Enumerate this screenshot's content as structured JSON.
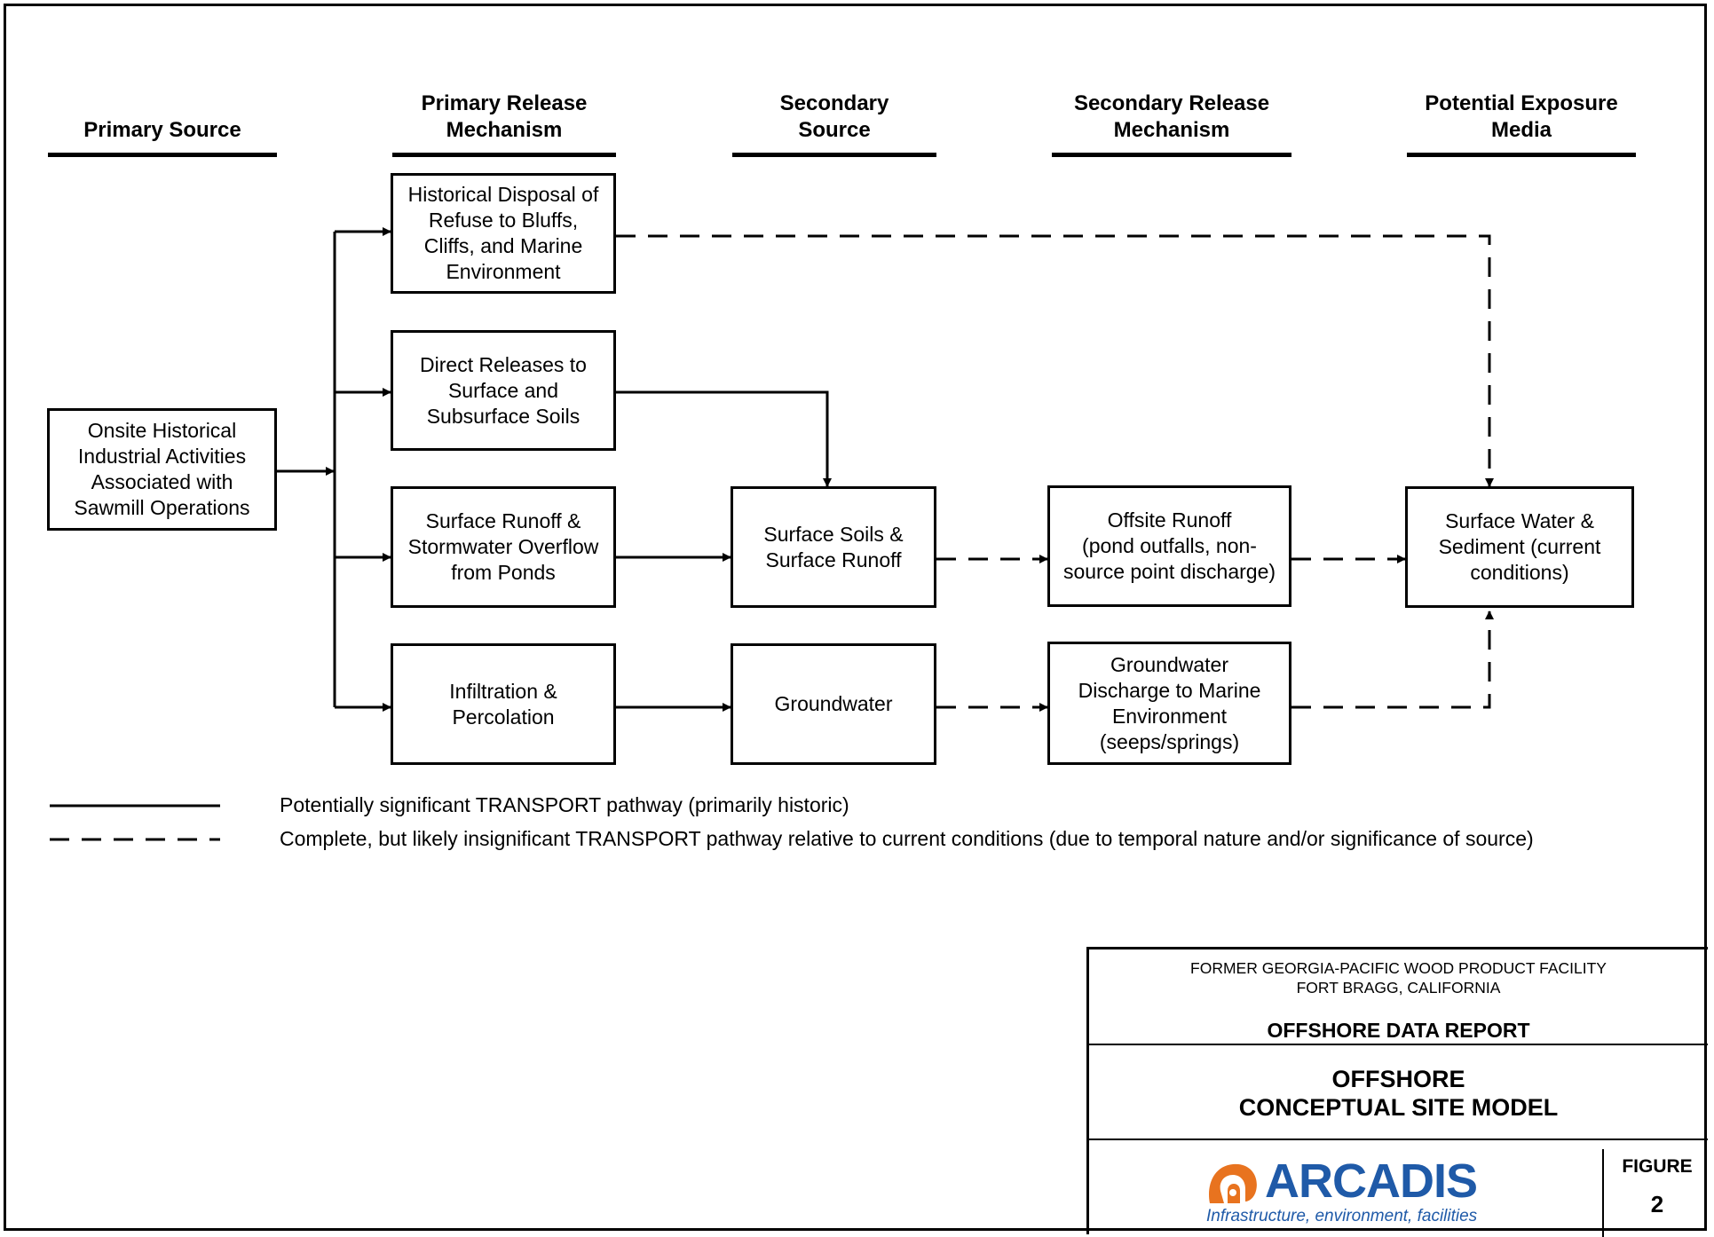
{
  "headers": [
    "Primary Source",
    "Primary Release\nMechanism",
    "Secondary\nSource",
    "Secondary Release\nMechanism",
    "Potential Exposure\nMedia"
  ],
  "boxes": {
    "onsite": "Onsite Historical\nIndustrial Activities\nAssociated with\nSawmill Operations",
    "disposal": "Historical Disposal of\nRefuse to Bluffs,\nCliffs, and Marine\nEnvironment",
    "direct": "Direct Releases to\nSurface and\nSubsurface Soils",
    "runoff": "Surface Runoff &\nStormwater Overflow\nfrom Ponds",
    "infiltration": "Infiltration &\nPercolation",
    "soils": "Surface Soils &\nSurface Runoff",
    "groundwater": "Groundwater",
    "offsite": "Offsite Runoff\n(pond outfalls, non-\nsource point discharge)",
    "gw_discharge": "Groundwater\nDischarge to Marine\nEnvironment\n(seeps/springs)",
    "surface_water": "Surface Water &\nSediment (current\nconditions)"
  },
  "legend": {
    "solid": "Potentially significant TRANSPORT pathway (primarily historic)",
    "dashed": "Complete, but likely insignificant TRANSPORT pathway relative to current conditions (due to temporal nature and/or significance of source)"
  },
  "title_block": {
    "facility": "FORMER GEORGIA-PACIFIC WOOD PRODUCT FACILITY",
    "location": "FORT BRAGG, CALIFORNIA",
    "report": "OFFSHORE DATA REPORT",
    "title": "OFFSHORE\nCONCEPTUAL SITE MODEL",
    "logo_name": "ARCADIS",
    "logo_tagline": "Infrastructure, environment, facilities",
    "figure_label": "FIGURE",
    "figure_number": "2"
  },
  "colors": {
    "logo_blue": "#1f5aa8",
    "logo_orange": "#e8731f"
  }
}
